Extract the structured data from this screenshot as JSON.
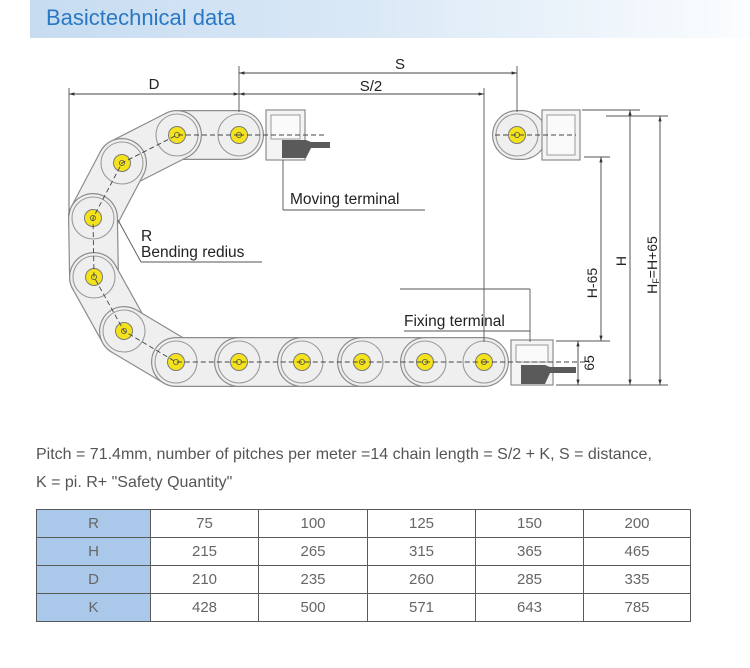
{
  "header": {
    "title": "Basictechnical data"
  },
  "diagram": {
    "labels": {
      "d": "D",
      "s": "S",
      "s_half": "S/2",
      "r": "R",
      "bending_radius": "Bending redius",
      "moving_terminal": "Moving terminal",
      "fixing_terminal": "Fixing terminal",
      "sixty_five": "65",
      "h_minus_65": "H-65",
      "h": "H",
      "hf": {
        "main": "H",
        "sub": "F",
        "rest": "=H+65"
      }
    }
  },
  "description": {
    "line1": "Pitch = 71.4mm, number of pitches per meter =14 chain length = S/2 + K, S = distance,",
    "line2": "K = pi. R+ \"Safety Quantity\""
  },
  "table": {
    "rows": [
      {
        "header": "R",
        "values": [
          "75",
          "100",
          "125",
          "150",
          "200"
        ]
      },
      {
        "header": "H",
        "values": [
          "215",
          "265",
          "315",
          "365",
          "465"
        ]
      },
      {
        "header": "D",
        "values": [
          "210",
          "235",
          "260",
          "285",
          "335"
        ]
      },
      {
        "header": "K",
        "values": [
          "428",
          "500",
          "571",
          "643",
          "785"
        ]
      }
    ]
  },
  "colors": {
    "title": "#2a78c3",
    "row_header_bg": "#a9c8ea",
    "pin": "#f4e31a",
    "link_plate": "#efefef",
    "clamp": "#5a5a5a"
  }
}
